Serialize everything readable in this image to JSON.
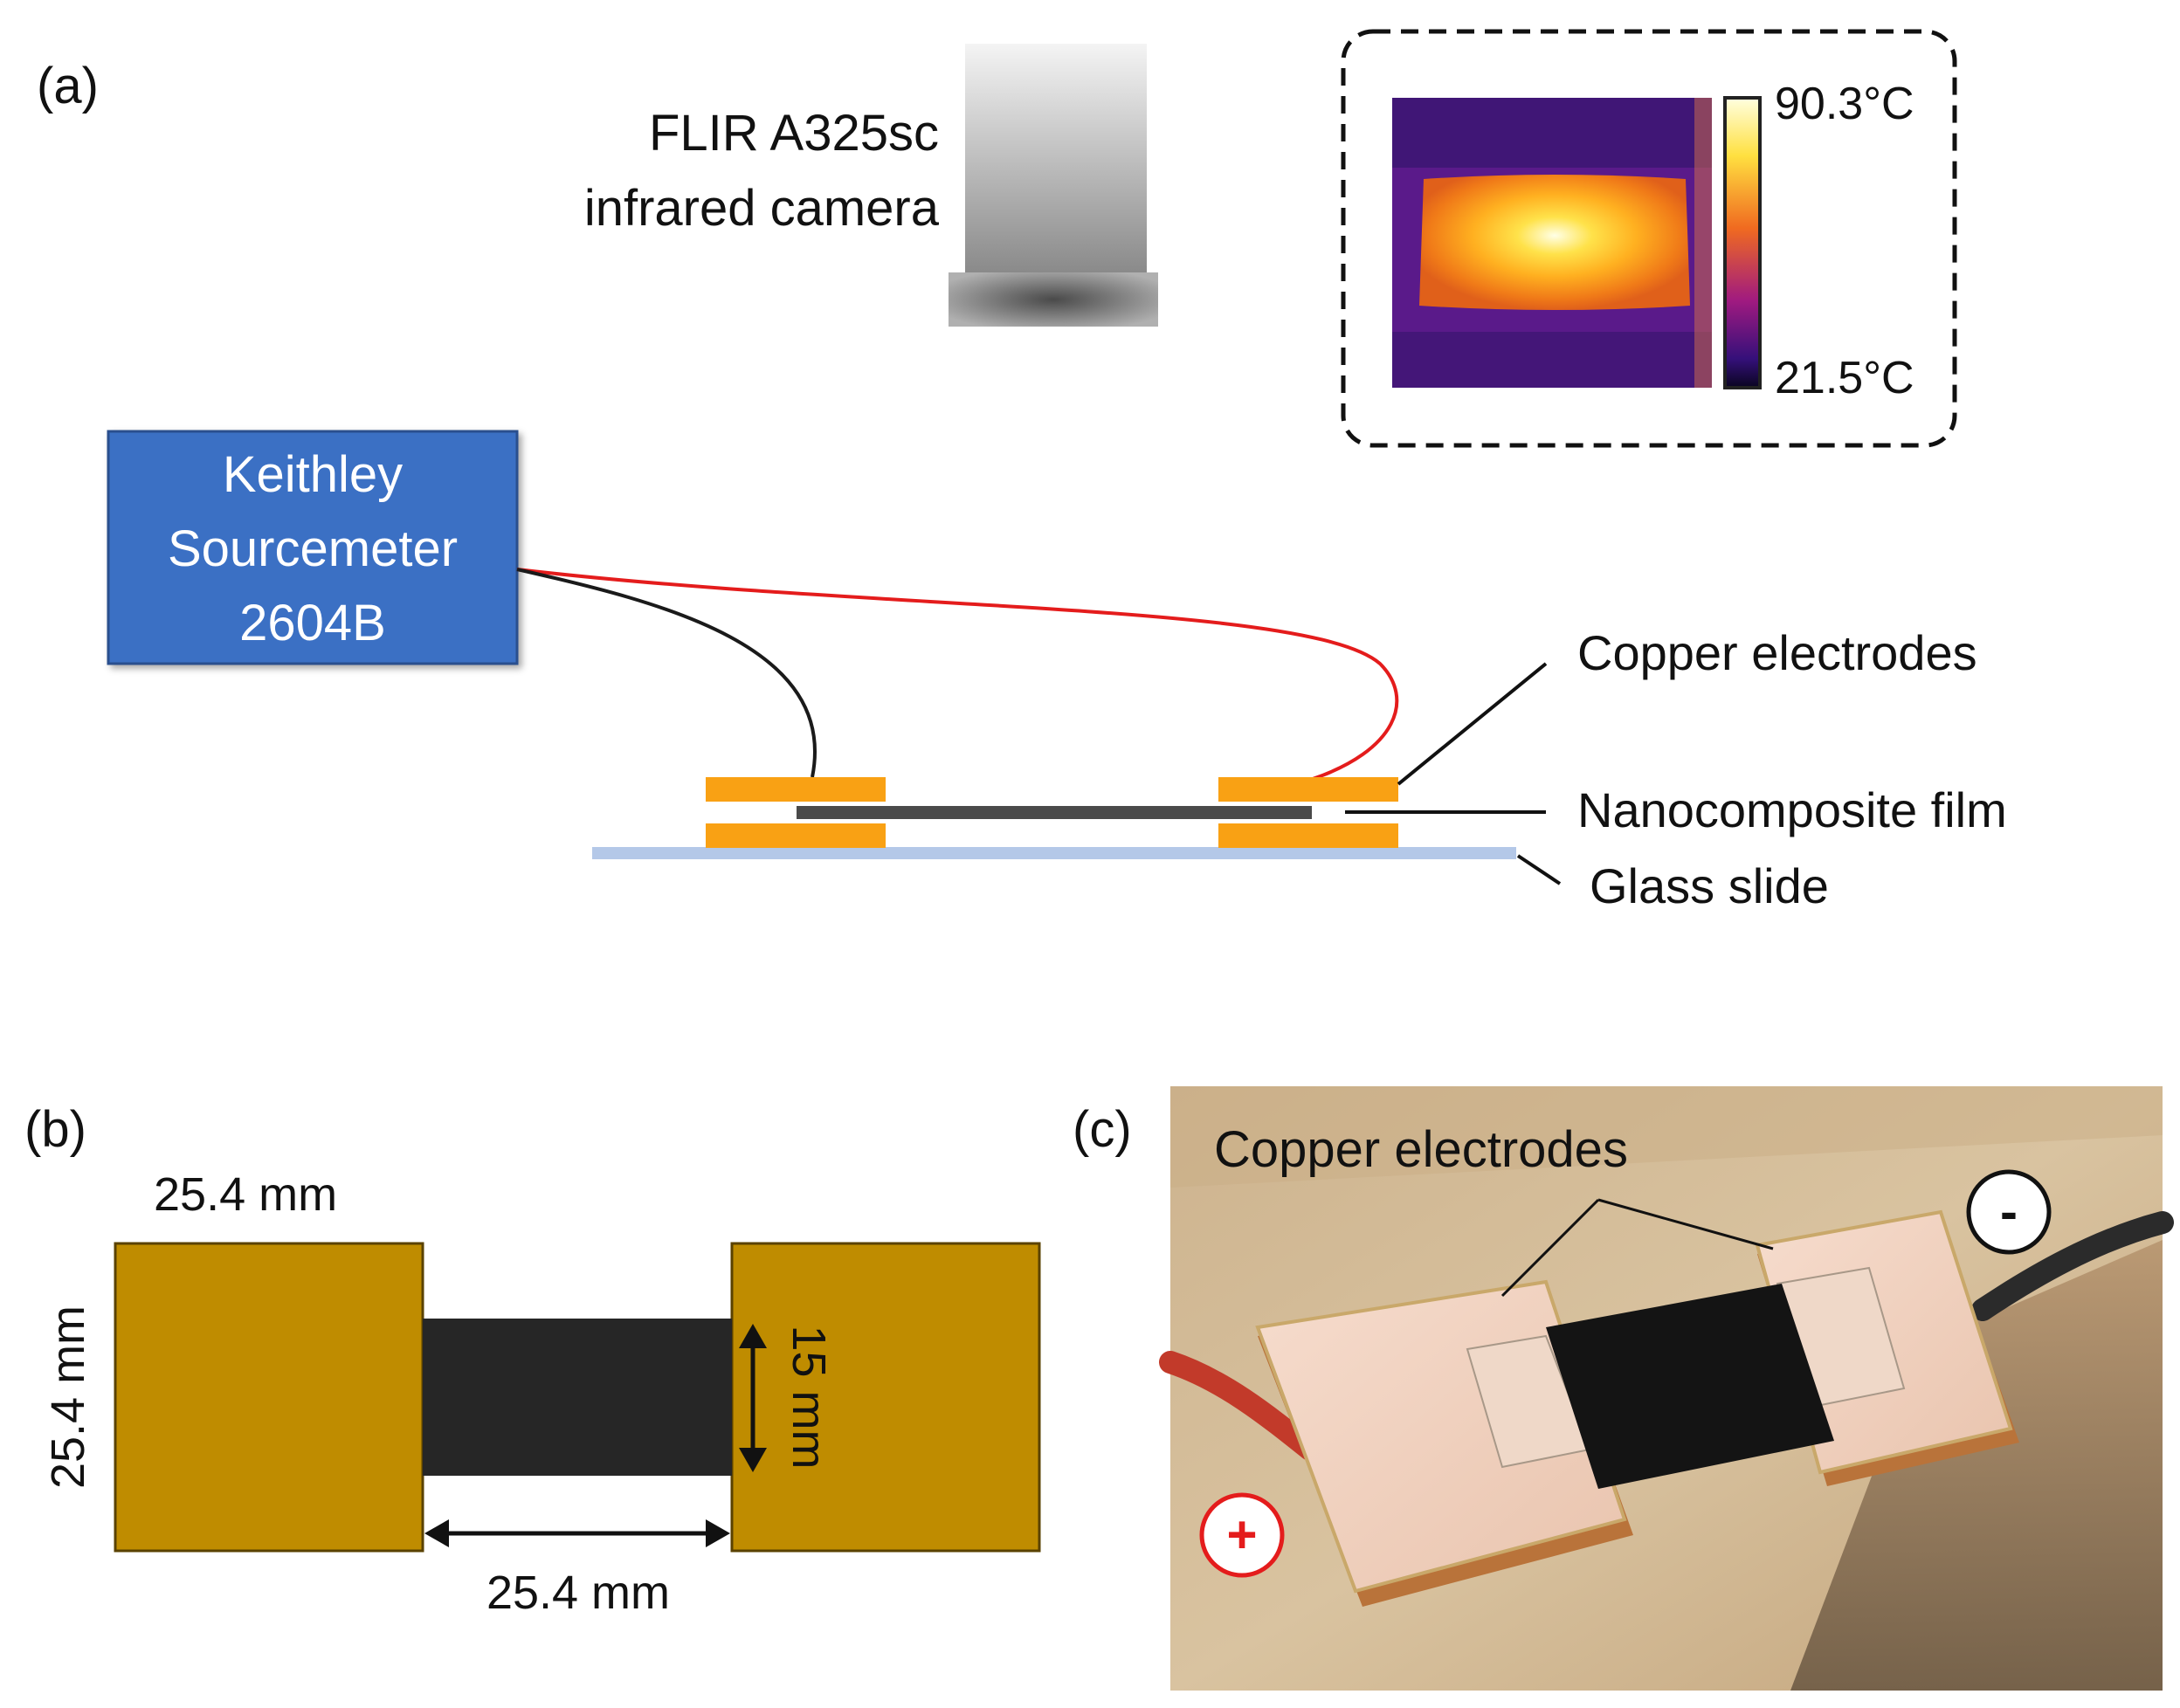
{
  "panel_a": {
    "label": "(a)",
    "camera": {
      "line1": "FLIR A325sc",
      "line2": "infrared camera"
    },
    "thermal_scale": {
      "max": "90.3°C",
      "min": "21.5°C"
    },
    "sourcemeter": {
      "line1": "Keithley",
      "line2": "Sourcemeter",
      "line3": "2604B",
      "color": "#3b6fc4"
    },
    "callouts": {
      "electrodes": "Copper electrodes",
      "film": "Nanocomposite film",
      "glass": "Glass slide"
    },
    "colors": {
      "electrode": "#f9a114",
      "film": "#4a4a4a",
      "glass": "#b4c8e8",
      "wire_pos": "#e41c1c",
      "wire_neg": "#1a1a1a"
    }
  },
  "panel_b": {
    "label": "(b)",
    "dim_top": "25.4 mm",
    "dim_left": "25.4 mm",
    "dim_gap": "25.4 mm",
    "dim_width": "15 mm",
    "colors": {
      "electrode": "#bf8c00",
      "film": "#262626"
    }
  },
  "panel_c": {
    "label": "(c)",
    "callout": "Copper electrodes",
    "plus": "+",
    "minus": "-"
  }
}
